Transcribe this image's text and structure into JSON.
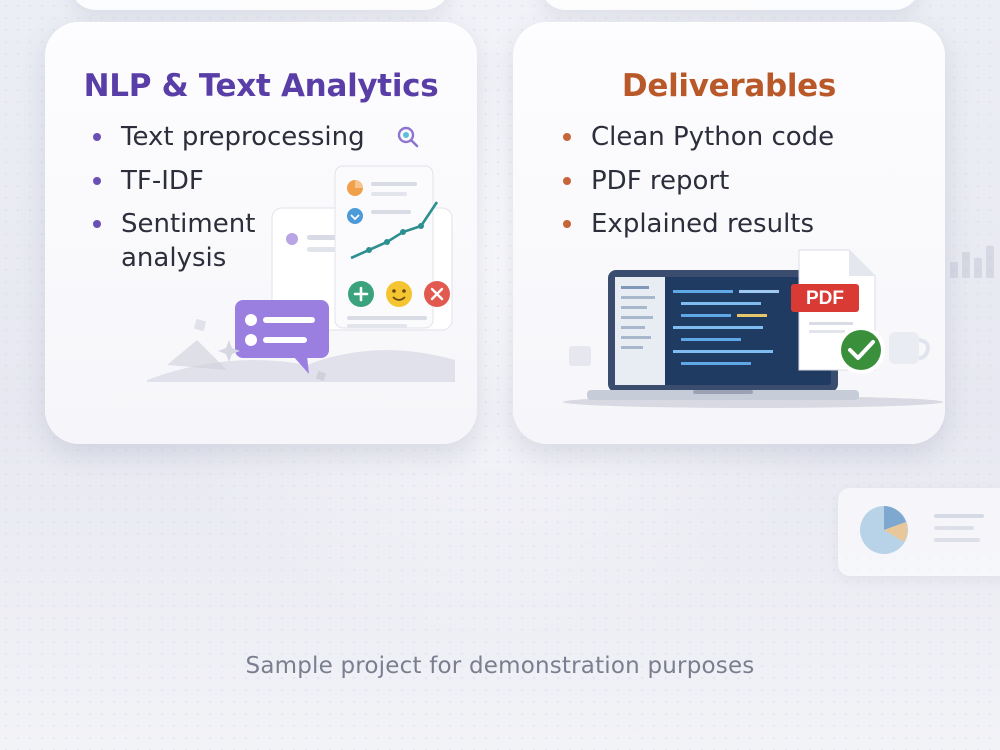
{
  "nlp_card": {
    "title": "NLP & Text Analytics",
    "items": [
      "Text preprocessing",
      "TF-IDF",
      "Sentiment",
      "analysis"
    ],
    "illustration_icons": [
      "search-icon",
      "document-icon",
      "line-chart-icon",
      "chat-bubble-icon",
      "add-icon",
      "smiley-icon",
      "close-icon"
    ]
  },
  "deliverables_card": {
    "title": "Deliverables",
    "items": [
      "Clean Python code",
      "PDF report",
      "Explained results"
    ],
    "illustration": {
      "pdf_label": "PDF",
      "icons": [
        "laptop-icon",
        "pdf-document-icon",
        "checkmark-icon",
        "coffee-cup-icon"
      ]
    }
  },
  "footer": {
    "text": "Sample project for demonstration purposes"
  },
  "colors": {
    "nlp_title": "#5a3ea8",
    "nlp_bullet": "#6a4fb4",
    "deliverables_title": "#b95828",
    "deliverables_bullet": "#c6643a",
    "pdf_badge": "#d93a34",
    "check_badge": "#3a8f3a"
  }
}
